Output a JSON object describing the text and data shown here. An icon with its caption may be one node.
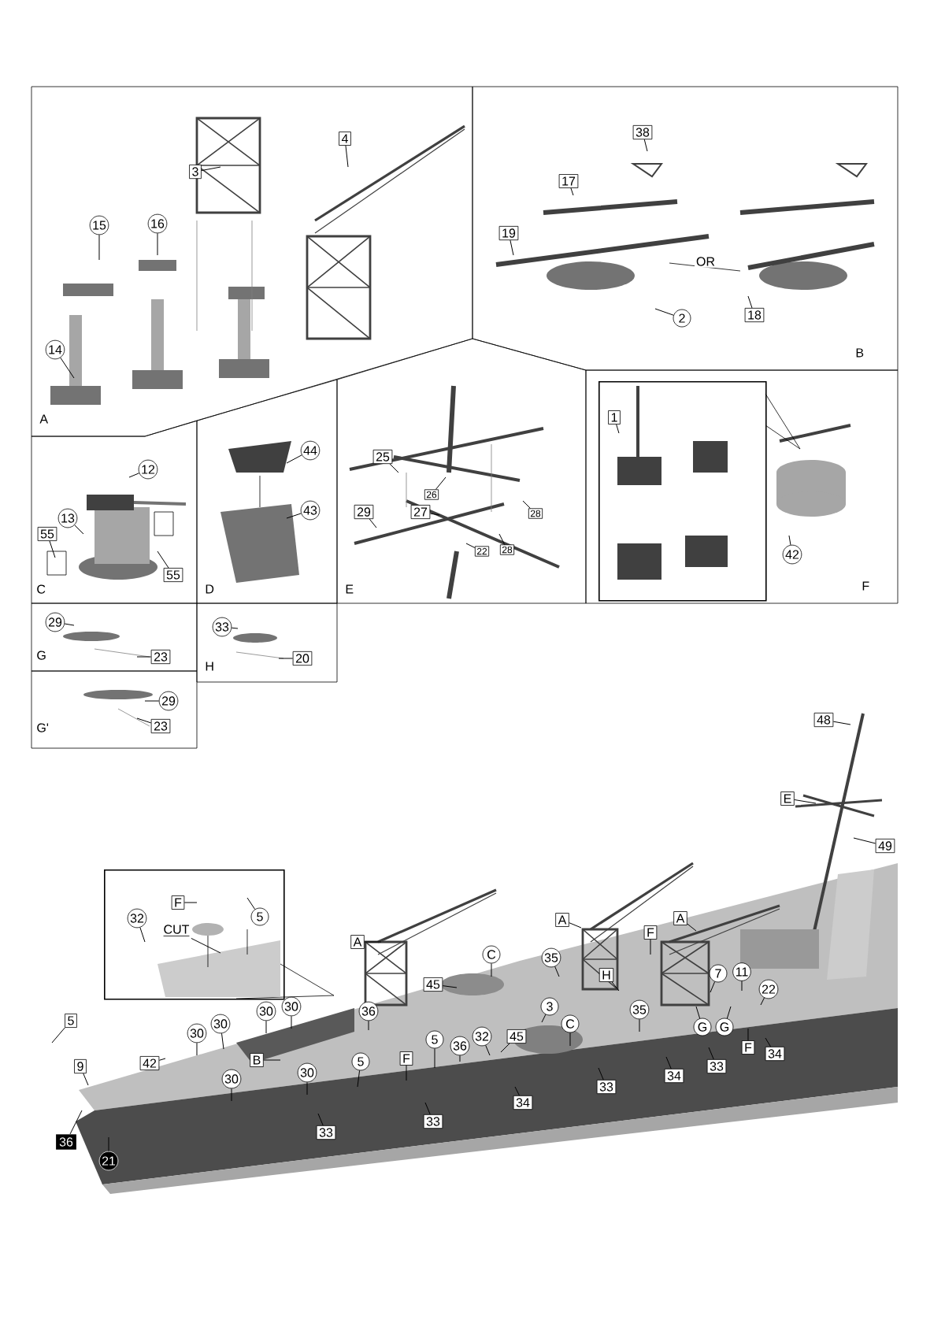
{
  "diagram": {
    "nodes": [
      {
        "text": [
          "A"
        ]
      },
      {
        "text": [
          "15"
        ],
        "in": 0
      },
      {
        "text": [
          "16"
        ],
        "in": 0
      },
      {
        "text": [
          "14"
        ],
        "in": 0
      },
      {
        "text": [
          "3"
        ],
        "in": 0
      },
      {
        "text": [
          "4"
        ],
        "in": 0
      },
      {
        "text": [
          "B"
        ]
      },
      {
        "text": [
          "38"
        ],
        "in": 6
      },
      {
        "text": [
          "17"
        ],
        "in": 6
      },
      {
        "text": [
          "19"
        ],
        "in": 6
      },
      {
        "text": [
          "2"
        ],
        "in": 6
      },
      {
        "text": [
          "18"
        ],
        "in": 6
      },
      {
        "text": [
          "C"
        ]
      },
      {
        "text": [
          "12"
        ],
        "in": 12
      },
      {
        "text": [
          "13"
        ],
        "in": 12
      },
      {
        "text": [
          "55"
        ],
        "in": 12
      },
      {
        "text": [
          "55"
        ],
        "in": 12
      },
      {
        "text": [
          "D"
        ]
      },
      {
        "text": [
          "44"
        ],
        "in": 17
      },
      {
        "text": [
          "43"
        ],
        "in": 17
      },
      {
        "text": [
          "E"
        ]
      },
      {
        "text": [
          "25"
        ],
        "in": 20
      },
      {
        "text": [
          "26"
        ],
        "in": 20
      },
      {
        "text": [
          "29"
        ],
        "in": 20
      },
      {
        "text": [
          "27"
        ],
        "in": 20
      },
      {
        "text": [
          "28"
        ],
        "in": 20
      },
      {
        "text": [
          "22"
        ],
        "in": 20
      },
      {
        "text": [
          "28"
        ],
        "in": 20
      },
      {
        "text": [
          "F"
        ]
      },
      {
        "text": [],
        "shape": "box",
        "in": 28
      },
      {
        "text": [
          "1"
        ],
        "in": 29
      },
      {
        "text": [
          "42"
        ],
        "in": 28
      },
      {
        "text": [
          "G"
        ]
      },
      {
        "text": [
          "29"
        ],
        "in": 32
      },
      {
        "text": [
          "23"
        ],
        "in": 32
      },
      {
        "text": [
          "G'"
        ]
      },
      {
        "text": [
          "29"
        ],
        "in": 35
      },
      {
        "text": [
          "23"
        ],
        "in": 35
      },
      {
        "text": [
          "H"
        ]
      },
      {
        "text": [
          "33"
        ],
        "in": 38
      },
      {
        "text": [
          "20"
        ],
        "in": 38
      },
      {
        "text": [
          "48"
        ]
      },
      {
        "text": [
          "E"
        ]
      },
      {
        "text": [
          "49"
        ]
      },
      {
        "text": [],
        "shape": "box"
      },
      {
        "text": [
          "F"
        ],
        "in": 44
      },
      {
        "text": [
          "5"
        ],
        "in": 44
      },
      {
        "text": [
          "32"
        ],
        "in": 44
      },
      {
        "text": [
          "CUT"
        ],
        "in": 44
      },
      {
        "text": [
          "A"
        ]
      },
      {
        "text": [
          "A"
        ]
      },
      {
        "text": [
          "F"
        ]
      },
      {
        "text": [
          "A"
        ]
      },
      {
        "text": [
          "C"
        ]
      },
      {
        "text": [
          "35"
        ]
      },
      {
        "text": [
          "H"
        ]
      },
      {
        "text": [
          "7"
        ]
      },
      {
        "text": [
          "11"
        ]
      },
      {
        "text": [
          "45"
        ]
      },
      {
        "text": [
          "22"
        ]
      },
      {
        "text": [
          "3"
        ]
      },
      {
        "text": [
          "30"
        ]
      },
      {
        "text": [
          "36"
        ]
      },
      {
        "text": [
          "30"
        ]
      },
      {
        "text": [
          "35"
        ]
      },
      {
        "text": [
          "5"
        ]
      },
      {
        "text": [
          "30"
        ]
      },
      {
        "text": [
          "C"
        ]
      },
      {
        "text": [
          "G"
        ]
      },
      {
        "text": [
          "G"
        ]
      },
      {
        "text": [
          "30"
        ]
      },
      {
        "text": [
          "32"
        ]
      },
      {
        "text": [
          "45"
        ]
      },
      {
        "text": [
          "5"
        ]
      },
      {
        "text": [
          "36"
        ]
      },
      {
        "text": [
          "F"
        ]
      },
      {
        "text": [
          "34"
        ]
      },
      {
        "text": [
          "B"
        ]
      },
      {
        "text": [
          "F"
        ]
      },
      {
        "text": [
          "5"
        ]
      },
      {
        "text": [
          "42"
        ]
      },
      {
        "text": [
          "9"
        ]
      },
      {
        "text": [
          "33"
        ]
      },
      {
        "text": [
          "30"
        ]
      },
      {
        "text": [
          "34"
        ]
      },
      {
        "text": [
          "30"
        ]
      },
      {
        "text": [
          "33"
        ]
      },
      {
        "text": [
          "34"
        ]
      },
      {
        "text": [
          "33"
        ]
      },
      {
        "text": [
          "33"
        ]
      },
      {
        "text": [
          "36"
        ]
      },
      {
        "text": [
          "21"
        ]
      }
    ],
    "edges": [
      {
        "from": 1,
        "to": null,
        "arrow": "none"
      },
      {
        "from": 2,
        "to": null,
        "arrow": "none"
      },
      {
        "from": 3,
        "to": null,
        "arrow": "none"
      },
      {
        "from": 4,
        "to": null,
        "arrow": "none"
      },
      {
        "from": 5,
        "to": null,
        "arrow": "none"
      },
      {
        "from": 7,
        "to": null,
        "arrow": "none"
      },
      {
        "from": 8,
        "to": null,
        "arrow": "none"
      },
      {
        "from": 9,
        "to": null,
        "arrow": "none"
      },
      {
        "from": 10,
        "to": null,
        "arrow": "none"
      },
      {
        "from": 11,
        "to": null,
        "arrow": "none"
      },
      {
        "from": 13,
        "to": null,
        "arrow": "none"
      },
      {
        "from": 14,
        "to": null,
        "arrow": "none"
      },
      {
        "from": 15,
        "to": null,
        "arrow": "none"
      },
      {
        "from": 16,
        "to": null,
        "arrow": "none"
      },
      {
        "from": 18,
        "to": null,
        "arrow": "none"
      },
      {
        "from": 19,
        "to": null,
        "arrow": "none"
      },
      {
        "from": 21,
        "to": null,
        "arrow": "none"
      },
      {
        "from": 22,
        "to": null,
        "arrow": "none"
      },
      {
        "from": 23,
        "to": null,
        "arrow": "none"
      },
      {
        "from": 24,
        "to": null,
        "arrow": "none"
      },
      {
        "from": 25,
        "to": null,
        "arrow": "none"
      },
      {
        "from": 26,
        "to": null,
        "arrow": "none"
      },
      {
        "from": 27,
        "to": null,
        "arrow": "none"
      },
      {
        "from": 30,
        "to": null,
        "arrow": "none"
      },
      {
        "from": 31,
        "to": null,
        "arrow": "none"
      },
      {
        "from": 33,
        "to": null,
        "arrow": "none"
      },
      {
        "from": 34,
        "to": null,
        "arrow": "none"
      },
      {
        "from": 36,
        "to": null,
        "arrow": "none"
      },
      {
        "from": 37,
        "to": null,
        "arrow": "none"
      },
      {
        "from": 39,
        "to": null,
        "arrow": "none"
      },
      {
        "from": 40,
        "to": null,
        "arrow": "none"
      },
      {
        "from": 41,
        "to": null,
        "arrow": "none"
      },
      {
        "from": 42,
        "to": null,
        "arrow": "none"
      },
      {
        "from": 43,
        "to": null,
        "arrow": "none"
      },
      {
        "from": 45,
        "to": null,
        "arrow": "none"
      },
      {
        "from": 46,
        "to": null,
        "arrow": "none"
      },
      {
        "from": 47,
        "to": null,
        "arrow": "none"
      },
      {
        "from": 48,
        "to": null,
        "arrow": "none"
      },
      {
        "from": 49,
        "to": null,
        "arrow": "none"
      },
      {
        "from": 50,
        "to": null,
        "arrow": "none"
      },
      {
        "from": 51,
        "to": null,
        "arrow": "none"
      },
      {
        "from": 52,
        "to": null,
        "arrow": "none"
      },
      {
        "from": 53,
        "to": null,
        "arrow": "none"
      },
      {
        "from": 54,
        "to": null,
        "arrow": "none"
      },
      {
        "from": 55,
        "to": null,
        "arrow": "none"
      },
      {
        "from": 56,
        "to": null,
        "arrow": "none"
      },
      {
        "from": 57,
        "to": null,
        "arrow": "none"
      },
      {
        "from": 58,
        "to": null,
        "arrow": "none"
      },
      {
        "from": 59,
        "to": null,
        "arrow": "none"
      },
      {
        "from": 60,
        "to": null,
        "arrow": "none"
      },
      {
        "from": 61,
        "to": null,
        "arrow": "none"
      },
      {
        "from": 62,
        "to": null,
        "arrow": "none"
      },
      {
        "from": 63,
        "to": null,
        "arrow": "none"
      },
      {
        "from": 64,
        "to": null,
        "arrow": "none"
      },
      {
        "from": 65,
        "to": null,
        "arrow": "none"
      },
      {
        "from": 66,
        "to": null,
        "arrow": "none"
      },
      {
        "from": 67,
        "to": null,
        "arrow": "none"
      },
      {
        "from": 68,
        "to": null,
        "arrow": "none"
      },
      {
        "from": 69,
        "to": null,
        "arrow": "none"
      },
      {
        "from": 70,
        "to": null,
        "arrow": "none"
      },
      {
        "from": 71,
        "to": null,
        "arrow": "none"
      },
      {
        "from": 72,
        "to": null,
        "arrow": "none"
      },
      {
        "from": 73,
        "to": null,
        "arrow": "none"
      },
      {
        "from": 74,
        "to": null,
        "arrow": "none"
      },
      {
        "from": 75,
        "to": null,
        "arrow": "none"
      },
      {
        "from": 76,
        "to": null,
        "arrow": "none"
      },
      {
        "from": 77,
        "to": null,
        "arrow": "none"
      },
      {
        "from": 78,
        "to": null,
        "arrow": "none"
      },
      {
        "from": 79,
        "to": null,
        "arrow": "none"
      },
      {
        "from": 80,
        "to": null,
        "arrow": "none"
      },
      {
        "from": 81,
        "to": null,
        "arrow": "none"
      },
      {
        "from": 82,
        "to": null,
        "arrow": "none"
      },
      {
        "from": 83,
        "to": null,
        "arrow": "none"
      },
      {
        "from": 84,
        "to": null,
        "arrow": "none"
      },
      {
        "from": 85,
        "to": null,
        "arrow": "none"
      },
      {
        "from": 86,
        "to": null,
        "arrow": "none"
      },
      {
        "from": 87,
        "to": null,
        "arrow": "none"
      },
      {
        "from": 88,
        "to": null,
        "arrow": "none"
      },
      {
        "from": 89,
        "to": null,
        "arrow": "none"
      },
      {
        "from": 90,
        "to": null,
        "arrow": "none"
      },
      {
        "from": 91,
        "to": null,
        "arrow": "none"
      }
    ],
    "labels": [
      "OR"
    ]
  }
}
